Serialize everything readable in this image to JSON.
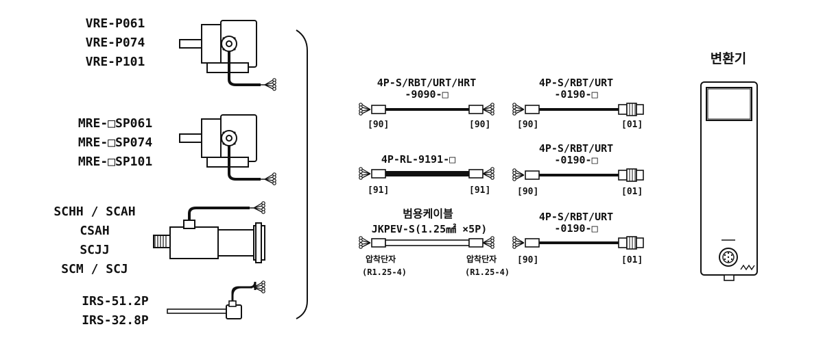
{
  "sensors": [
    {
      "lines": [
        "VRE-P061",
        "VRE-P074",
        "VRE-P101"
      ]
    },
    {
      "lines": [
        "MRE-□SP061",
        "MRE-□SP074",
        "MRE-□SP101"
      ]
    },
    {
      "lines": [
        "SCHH / SCAH",
        "CSAH",
        "SCJJ",
        "SCM / SCJ"
      ]
    },
    {
      "lines": [
        "IRS-51.2P",
        "IRS-32.8P"
      ]
    }
  ],
  "cables": {
    "row1": {
      "a_line1": "4P-S/RBT/URT/HRT",
      "a_line2": "-9090-□",
      "a_left": "[90]",
      "a_right": "[90]",
      "b_line1": "4P-S/RBT/URT",
      "b_line2": "-0190-□",
      "b_left": "[90]",
      "b_right": "[01]"
    },
    "row2": {
      "a_line1": "4P-RL-9191-□",
      "a_left": "[91]",
      "a_right": "[91]",
      "b_line1": "4P-S/RBT/URT",
      "b_line2": "-0190-□",
      "b_left": "[90]",
      "b_right": "[01]"
    },
    "row3": {
      "a_line1": "범용케이블",
      "a_line2": "JKPEV-S(1.25㎟ ×5P)",
      "a_left1": "압착단자",
      "a_left2": "(R1.25-4)",
      "a_right1": "압착단자",
      "a_right2": "(R1.25-4)",
      "b_line1": "4P-S/RBT/URT",
      "b_line2": "-0190-□",
      "b_left": "[90]",
      "b_right": "[01]"
    }
  },
  "converter": {
    "title": "변환기"
  }
}
